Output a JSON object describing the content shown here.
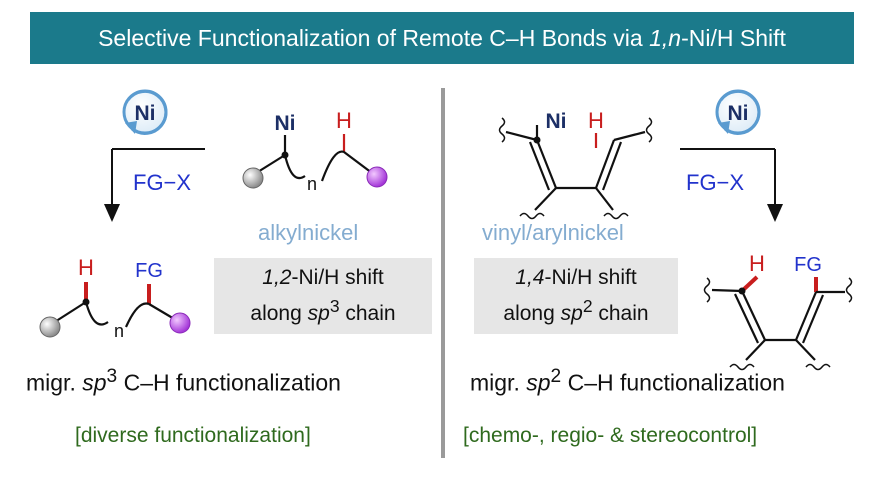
{
  "banner": {
    "title_prefix": "Selective Functionalization of Remote C–H Bonds via ",
    "title_italic": "1,n",
    "title_suffix": "-Ni/H Shift"
  },
  "left": {
    "catalyst": "Ni",
    "reagent": "FG−X",
    "species_label": "alkylnickel",
    "ni_label": "Ni",
    "h_label": "H",
    "n_label": "n",
    "product_h": "H",
    "product_fg": "FG",
    "product_n": "n",
    "shift_italic": "1,2",
    "shift_rest": "-Ni/H shift",
    "chain_prefix": "along ",
    "chain_italic": "sp",
    "chain_sup": "3",
    "chain_suffix": " chain",
    "migr_prefix": "migr. ",
    "migr_italic": "sp",
    "migr_sup": "3",
    "migr_suffix": " C–H functionalization",
    "bracket": "[diverse functionalization]"
  },
  "right": {
    "catalyst": "Ni",
    "reagent": "FG−X",
    "species_label": "vinyl/arylnickel",
    "ni_label": "Ni",
    "h_label": "H",
    "product_h": "H",
    "product_fg": "FG",
    "shift_italic": "1,4",
    "shift_rest": "-Ni/H shift",
    "chain_prefix": "along ",
    "chain_italic": "sp",
    "chain_sup": "2",
    "chain_suffix": " chain",
    "migr_prefix": "migr. ",
    "migr_italic": "sp",
    "migr_sup": "2",
    "migr_suffix": " C–H functionalization",
    "bracket": "[chemo-, regio- & stereocontrol]"
  }
}
